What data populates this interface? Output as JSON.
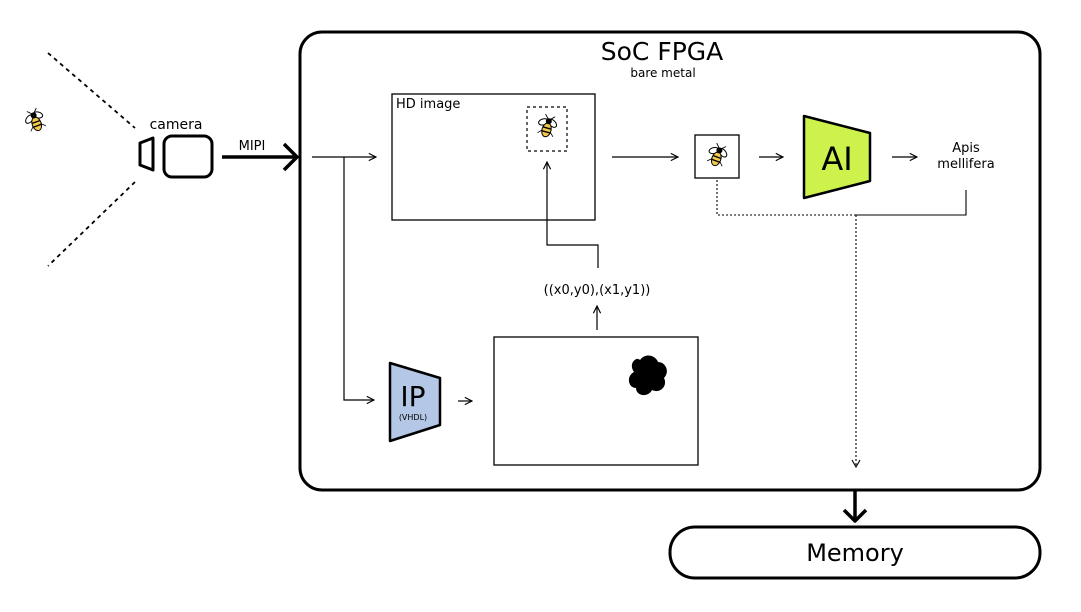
{
  "soc": {
    "title": "SoC FPGA",
    "subtitle": "bare metal"
  },
  "camera": {
    "label": "camera",
    "link_label": "MIPI"
  },
  "hd_image": {
    "label": "HD image"
  },
  "coords": {
    "label": "((x0,y0),(x1,y1))"
  },
  "ip_block": {
    "label": "IP",
    "sublabel": "(VHDL)",
    "color": "#b4c7e7"
  },
  "ai_block": {
    "label": "AI",
    "color": "#ccf24b"
  },
  "output": {
    "line1": "Apis",
    "line2": "mellifera"
  },
  "memory": {
    "label": "Memory"
  },
  "icons": {
    "bee": "bee-icon",
    "blob": "segmentation-blob-icon"
  }
}
